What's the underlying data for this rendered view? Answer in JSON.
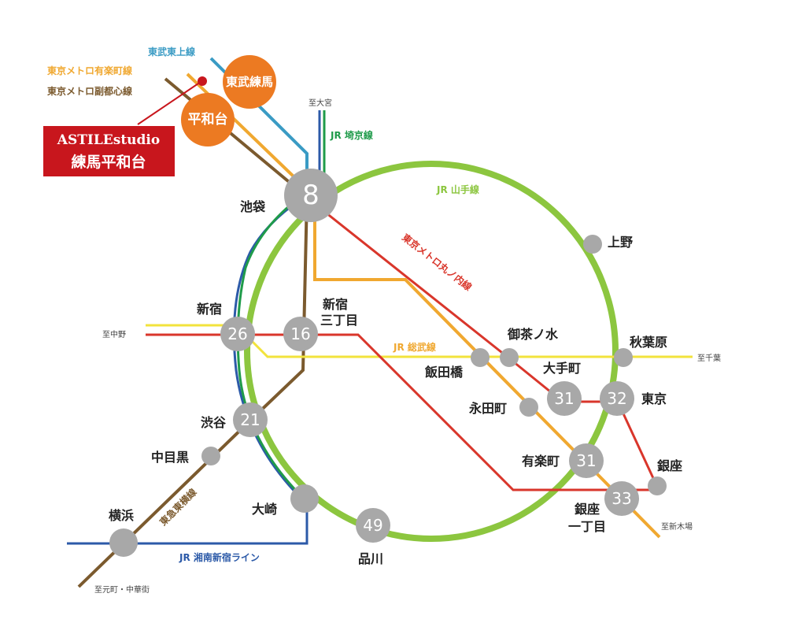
{
  "colors": {
    "tobu_tojo": "#3a9bc4",
    "yurakucho": "#f0a830",
    "fukutoshin": "#7b5a2e",
    "yamanote": "#8cc63f",
    "saikyo": "#1f9b4a",
    "shonan": "#2c5aa8",
    "marunouchi": "#d9362b",
    "sobu": "#f2e33c",
    "toyoko": "#7b5a2e",
    "station": "#a8a8a8",
    "brand": "#c8161d",
    "origin_station": "#ec7a22"
  },
  "brand": {
    "line1": "ASTILEstudio",
    "line2": "練馬平和台"
  },
  "lines": {
    "tobu": "東武東上線",
    "yurakucho": "東京メトロ有楽町線",
    "fukutoshin": "東京メトロ副都心線",
    "saikyo": "JR 埼京線",
    "yamanote": "JR 山手線",
    "marunouchi": "東京メトロ丸ノ内線",
    "sobu": "JR 総武線",
    "toyoko": "東急東横線",
    "shonan": "JR 湘南新宿ライン"
  },
  "destinations": {
    "omiya": "至大宮",
    "nakano": "至中野",
    "chiba": "至千葉",
    "shinkiba": "至新木場",
    "motomachi": "至元町・中華街"
  },
  "origin_stations": {
    "tobu_nerima": "東武練馬",
    "heiwadai": "平和台"
  },
  "stations": {
    "ikebukuro": {
      "name": "池袋",
      "minutes": "8"
    },
    "shinjuku": {
      "name": "新宿",
      "minutes": "26"
    },
    "shinjuku3": {
      "name": "新宿\n三丁目",
      "line1": "新宿",
      "line2": "三丁目",
      "minutes": "16"
    },
    "shibuya": {
      "name": "渋谷",
      "minutes": "21"
    },
    "nakameguro": {
      "name": "中目黒"
    },
    "yokohama": {
      "name": "横浜"
    },
    "osaki": {
      "name": "大崎"
    },
    "shinagawa": {
      "name": "品川",
      "minutes": "49"
    },
    "ueno": {
      "name": "上野"
    },
    "akihabara": {
      "name": "秋葉原"
    },
    "ochanomizu": {
      "name": "御茶ノ水"
    },
    "iidabashi": {
      "name": "飯田橋"
    },
    "otemachi": {
      "name": "大手町",
      "minutes": "31"
    },
    "tokyo": {
      "name": "東京",
      "minutes": "32"
    },
    "nagatacho": {
      "name": "永田町"
    },
    "yurakucho": {
      "name": "有楽町",
      "minutes": "31"
    },
    "ginza": {
      "name": "銀座"
    },
    "ginza1": {
      "line1": "銀座",
      "line2": "一丁目",
      "minutes": "33"
    }
  }
}
